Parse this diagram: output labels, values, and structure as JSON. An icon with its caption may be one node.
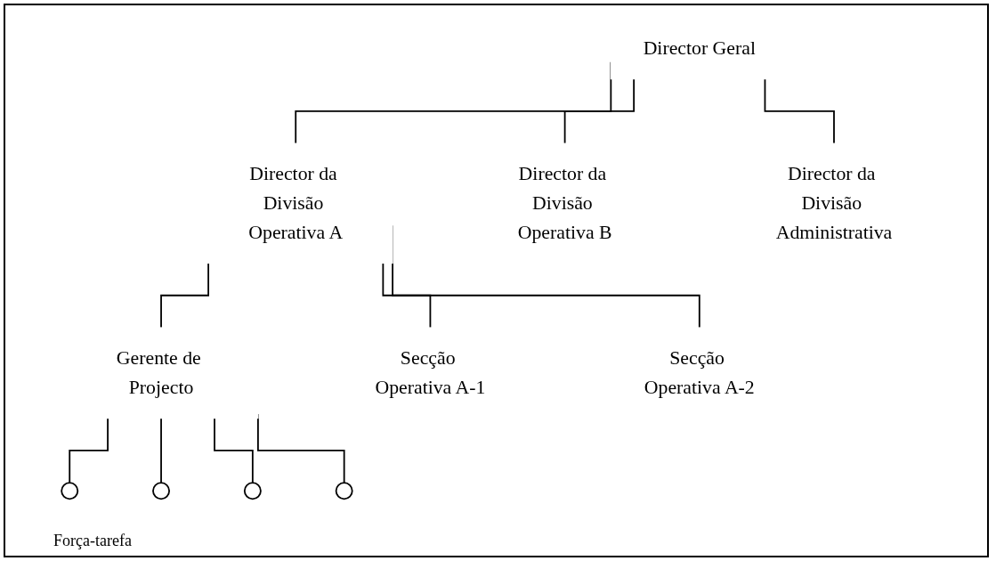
{
  "diagram": {
    "nodes": [
      {
        "text": [
          "Director Geral"
        ]
      },
      {
        "text": [
          "Director da Divisão Operativa A"
        ]
      },
      {
        "text": [
          "Director da Divisão Operativa B"
        ]
      },
      {
        "text": [
          "Director da Divisão Administrativa"
        ]
      },
      {
        "text": [
          "Gerente de Projecto"
        ]
      },
      {
        "text": [
          "Secção Operativa A-1"
        ]
      },
      {
        "text": [
          "Secção Operativa A-2"
        ]
      },
      {
        "text": [],
        "shape": "circle"
      },
      {
        "text": [],
        "shape": "circle"
      },
      {
        "text": [],
        "shape": "circle"
      },
      {
        "text": [],
        "shape": "circle"
      }
    ],
    "edges": [
      {
        "from": 0,
        "to": 1,
        "arrow": "none"
      },
      {
        "from": 0,
        "to": 2,
        "arrow": "none"
      },
      {
        "from": 0,
        "to": 3,
        "arrow": "none"
      },
      {
        "from": 1,
        "to": 4,
        "arrow": "none"
      },
      {
        "from": 1,
        "to": 5,
        "arrow": "none"
      },
      {
        "from": 1,
        "to": 6,
        "arrow": "none"
      },
      {
        "from": 4,
        "to": 7,
        "arrow": "none"
      },
      {
        "from": 4,
        "to": 8,
        "arrow": "none"
      },
      {
        "from": 4,
        "to": 9,
        "arrow": "none"
      },
      {
        "from": 4,
        "to": 10,
        "arrow": "none"
      }
    ],
    "labels": [
      "Força-tarefa"
    ]
  }
}
